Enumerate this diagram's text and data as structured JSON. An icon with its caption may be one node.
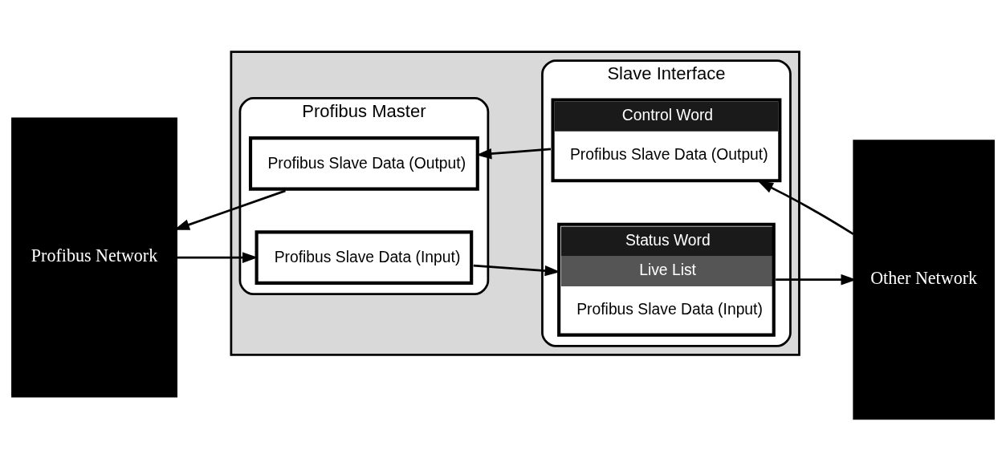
{
  "diagram": {
    "nodes": [
      {
        "text": [],
        "shape": "box"
      },
      {
        "text": [
          "Profibus Master"
        ],
        "in": 0
      },
      {
        "text": [
          "Profibus Slave Data (Output)"
        ],
        "in": 1
      },
      {
        "text": [
          "Profibus Slave Data (Input)"
        ],
        "in": 1
      },
      {
        "text": [
          "Slave Interface"
        ],
        "in": 0
      },
      {
        "text": [
          "Status Word",
          "Live List",
          "Profibus Slave Data (Input)"
        ],
        "in": 4
      },
      {
        "text": [
          "Control Word",
          "Profibus Slave Data (Output)"
        ],
        "in": 4
      },
      {
        "text": [
          "Profibus Network"
        ]
      },
      {
        "text": [
          "Other Network"
        ]
      }
    ],
    "edges": [
      {
        "from": 2,
        "to": 7,
        "arrow": "to"
      },
      {
        "from": 7,
        "to": 3,
        "arrow": "to"
      },
      {
        "from": 5,
        "to": 8,
        "arrow": "to"
      },
      {
        "from": 8,
        "to": 6,
        "arrow": "to"
      },
      {
        "from": 3,
        "to": 5,
        "arrow": "to"
      },
      {
        "from": 6,
        "to": 2,
        "arrow": "to"
      }
    ]
  }
}
